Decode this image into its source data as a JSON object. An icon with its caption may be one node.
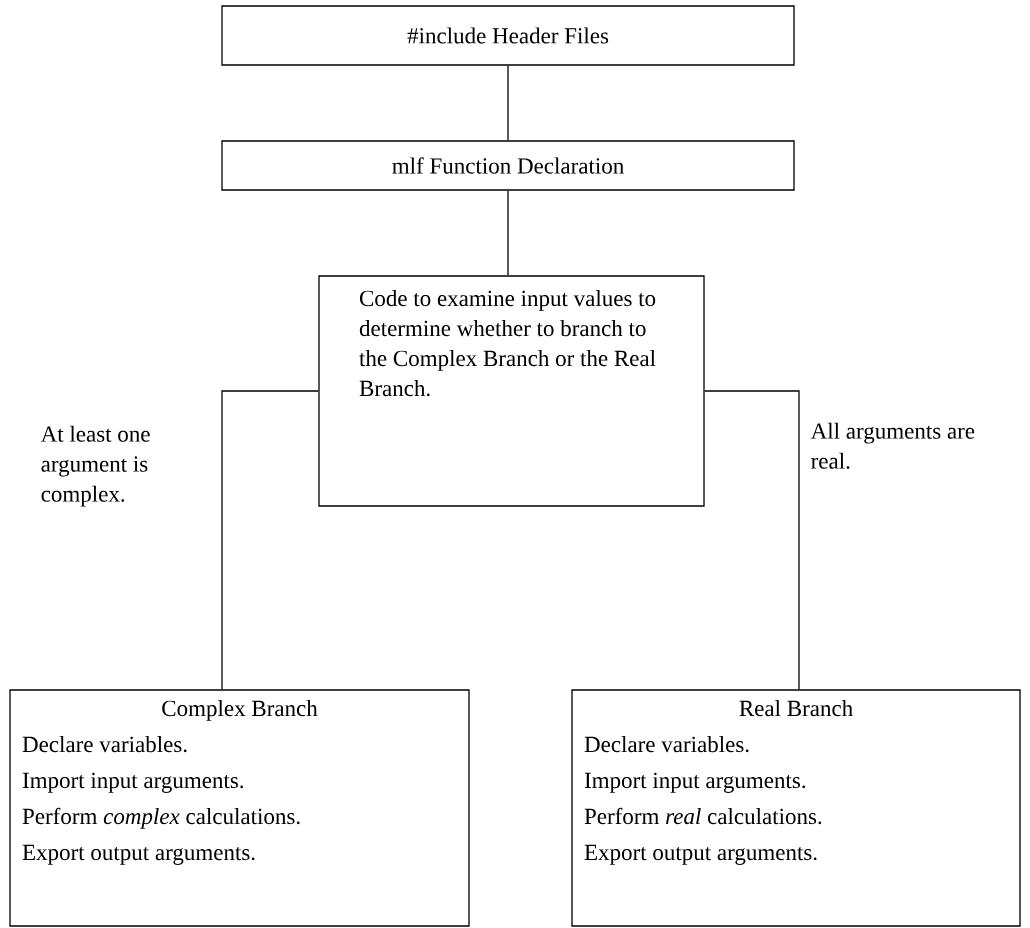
{
  "diagram": {
    "nodes": [
      {
        "text": [
          "#include Header Files"
        ]
      },
      {
        "text": [
          "mlf Function Declaration"
        ]
      },
      {
        "text": [
          "Code to examine input values to determine whether to branch to the Complex Branch or the Real Branch."
        ]
      },
      {
        "text": [
          "Complex Branch",
          "Declare variables.",
          "Import input arguments.",
          "Perform *complex* calculations.",
          "Export output arguments."
        ]
      },
      {
        "text": [
          "Real Branch",
          "Declare variables.",
          "Import input arguments.",
          "Perform *real* calculations.",
          "Export output arguments."
        ]
      }
    ],
    "edges": [
      {
        "from": 0,
        "to": 1,
        "arrow": "none"
      },
      {
        "from": 1,
        "to": 2,
        "arrow": "none"
      },
      {
        "from": 2,
        "to": 3,
        "arrow": "none",
        "label": "At least one argument is complex."
      },
      {
        "from": 2,
        "to": 4,
        "arrow": "none",
        "label": "All arguments are real."
      }
    ]
  }
}
